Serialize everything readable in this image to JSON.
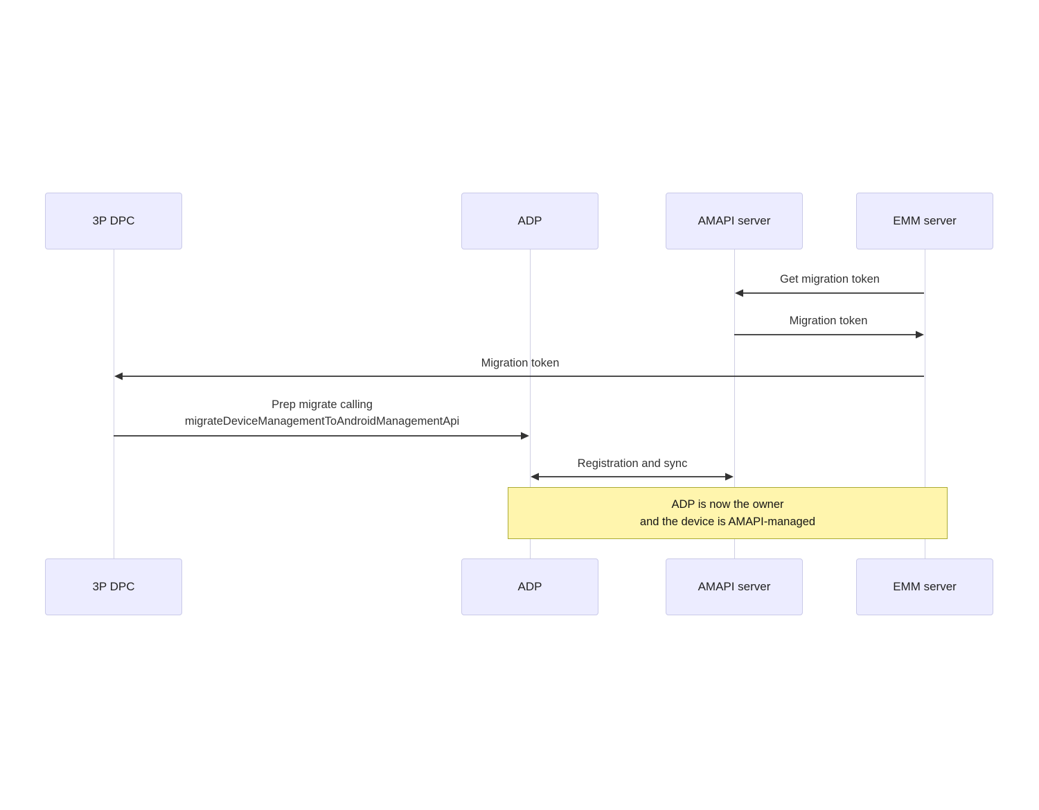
{
  "diagram": {
    "type": "sequence-diagram",
    "actors": [
      {
        "id": "3p-dpc",
        "label": "3P DPC"
      },
      {
        "id": "adp",
        "label": "ADP"
      },
      {
        "id": "amapi-server",
        "label": "AMAPI server"
      },
      {
        "id": "emm-server",
        "label": "EMM server"
      }
    ],
    "messages": [
      {
        "from": "EMM server",
        "to": "AMAPI server",
        "direction": "left",
        "label": "Get migration token"
      },
      {
        "from": "AMAPI server",
        "to": "EMM server",
        "direction": "right",
        "label": "Migration token"
      },
      {
        "from": "EMM server",
        "to": "3P DPC",
        "direction": "left",
        "label": "Migration token"
      },
      {
        "from": "3P DPC",
        "to": "ADP",
        "direction": "right",
        "label_line1": "Prep migrate calling",
        "label_line2": "migrateDeviceManagementToAndroidManagementApi"
      },
      {
        "from": "ADP",
        "to": "AMAPI server",
        "direction": "both",
        "label": "Registration and sync"
      }
    ],
    "note": {
      "line1": "ADP is now the owner",
      "line2": "and the device is AMAPI-managed"
    },
    "colors": {
      "actor_fill": "#ECECFF",
      "actor_border": "#C9C9E8",
      "lifeline": "#CFCFE3",
      "arrow": "#333333",
      "note_fill": "#FFF5AD",
      "note_border": "#AAAA33",
      "text": "#333333"
    }
  }
}
